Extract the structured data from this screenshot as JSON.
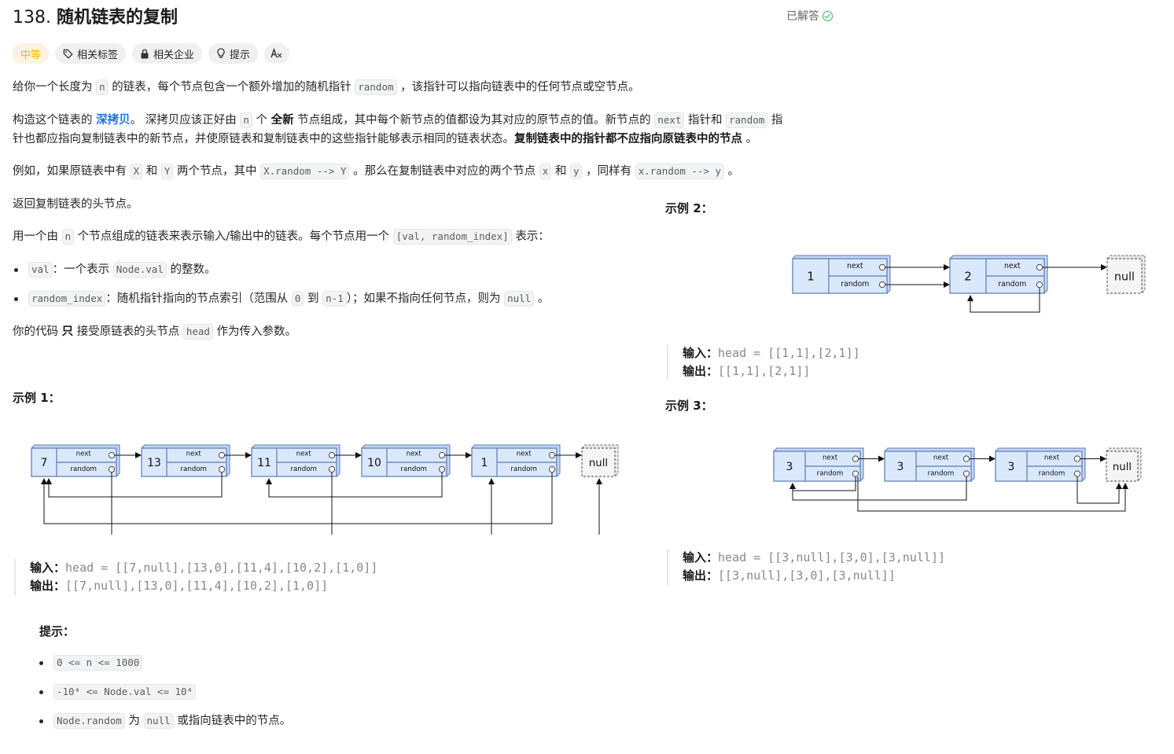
{
  "problem": {
    "number": "138.",
    "name": "随机链表的复制",
    "status": "已解答"
  },
  "tags": [
    {
      "label": "中等",
      "icon": ""
    },
    {
      "label": "相关标签",
      "icon": "tag-icon"
    },
    {
      "label": "相关企业",
      "icon": "lock-icon"
    },
    {
      "label": "提示",
      "icon": "bulb-icon"
    },
    {
      "label": "",
      "icon": "translate-icon"
    }
  ],
  "desc": {
    "p1": [
      "给你一个长度为 ",
      "n",
      " 的链表，每个节点包含一个额外增加的随机指针 ",
      "random",
      " ，该指针可以指向链表中的任何节点或空节点。"
    ],
    "p2a": [
      "构造这个链表的 ",
      "深拷贝",
      "。 深拷贝应该正好由 ",
      "n",
      " 个 ",
      "全新",
      " 节点组成，其中每个新节点的值都设为其对应的原节点的值。新节点的 ",
      "next",
      " 指针和 ",
      "random",
      " 指"
    ],
    "p2b": [
      "针也都应指向复制链表中的新节点，并使原链表和复制链表中的这些指针能够表示相同的链表状态。",
      "复制链表中的指针都不应指向原链表中的节点",
      " 。"
    ],
    "p3": [
      "例如，如果原链表中有 ",
      "X",
      " 和 ",
      "Y",
      " 两个节点，其中 ",
      "X.random --> Y",
      " 。那么在复制链表中对应的两个节点 ",
      "x",
      " 和 ",
      "y",
      " ，同样有 ",
      "x.random --> y",
      " 。"
    ],
    "p4": "返回复制链表的头节点。",
    "p5": [
      "用一个由 ",
      "n",
      " 个节点组成的链表来表示输入/输出中的链表。每个节点用一个 ",
      "[val, random_index]",
      " 表示："
    ],
    "b1": [
      "val",
      "：一个表示 ",
      "Node.val",
      " 的整数。"
    ],
    "b2": [
      "random_index",
      "：随机指针指向的节点索引（范围从 ",
      "0",
      " 到 ",
      "n-1",
      "）；如果不指向任何节点，则为  ",
      "null",
      " 。"
    ],
    "p6": [
      "你的代码 ",
      "只",
      " 接受原链表的头节点 ",
      "head",
      " 作为传入参数。"
    ]
  },
  "examples": [
    {
      "title": "示例 1：",
      "input_label": "输入：",
      "input": "head = [[7,null],[13,0],[11,4],[10,2],[1,0]]",
      "output_label": "输出：",
      "output": "[[7,null],[13,0],[11,4],[10,2],[1,0]]",
      "nodes": [
        "7",
        "13",
        "11",
        "10",
        "1"
      ]
    },
    {
      "title": "示例 2：",
      "input_label": "输入：",
      "input": "head = [[1,1],[2,1]]",
      "output_label": "输出：",
      "output": "[[1,1],[2,1]]",
      "nodes": [
        "1",
        "2"
      ]
    },
    {
      "title": "示例 3：",
      "input_label": "输入：",
      "input": "head = [[3,null],[3,0],[3,null]]",
      "output_label": "输出：",
      "output": "[[3,null],[3,0],[3,null]]",
      "nodes": [
        "3",
        "3",
        "3"
      ]
    }
  ],
  "diagram": {
    "next": "next",
    "random": "random",
    "null": "null"
  },
  "hints": {
    "title": "提示：",
    "items": [
      [
        "0 <= n <= 1000"
      ],
      [
        "-10⁴ <= Node.val <= 10⁴"
      ],
      [
        "Node.random",
        " 为 ",
        "null",
        " 或指向链表中的节点。"
      ]
    ]
  }
}
